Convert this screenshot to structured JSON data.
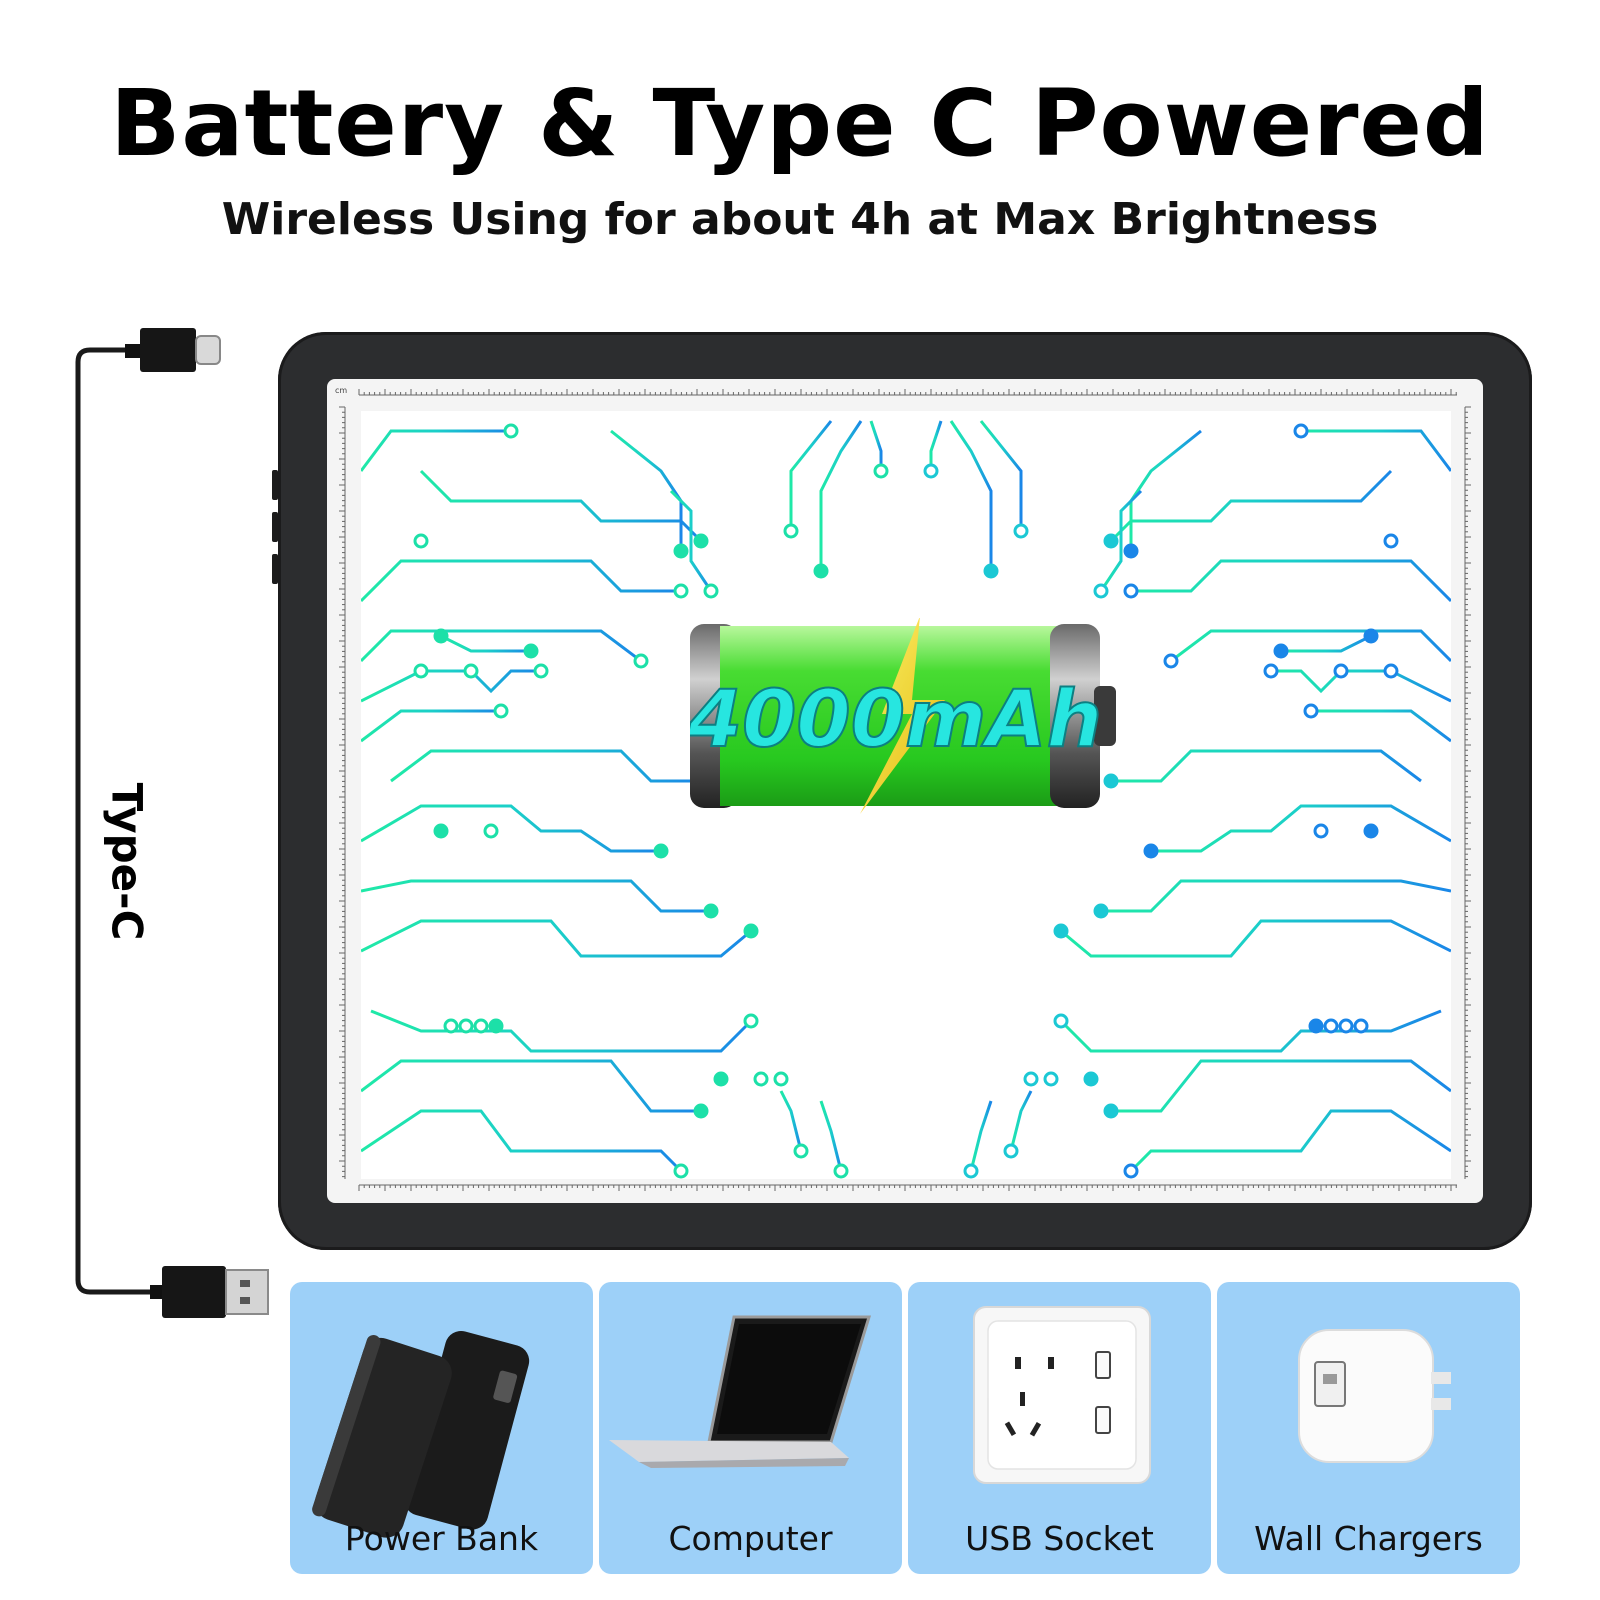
{
  "header": {
    "title": "Battery & Type C Powered",
    "subtitle": "Wireless Using for about 4h at Max Brightness"
  },
  "battery": {
    "capacity_label": "4000mAh"
  },
  "cable": {
    "label": "Type-C"
  },
  "ruler": {
    "unit": "cm"
  },
  "power_sources": [
    {
      "label": "Power Bank",
      "icon": "power-bank-icon"
    },
    {
      "label": "Computer",
      "icon": "laptop-icon"
    },
    {
      "label": "USB Socket",
      "icon": "wall-socket-icon"
    },
    {
      "label": "Wall Chargers",
      "icon": "wall-charger-icon"
    }
  ],
  "colors": {
    "accent_teal": "#19e0b4",
    "accent_blue": "#1a86e8",
    "battery_green": "#2fd42a",
    "card_blue": "#9dd0f8",
    "pad_frame": "#2c2d2f"
  }
}
